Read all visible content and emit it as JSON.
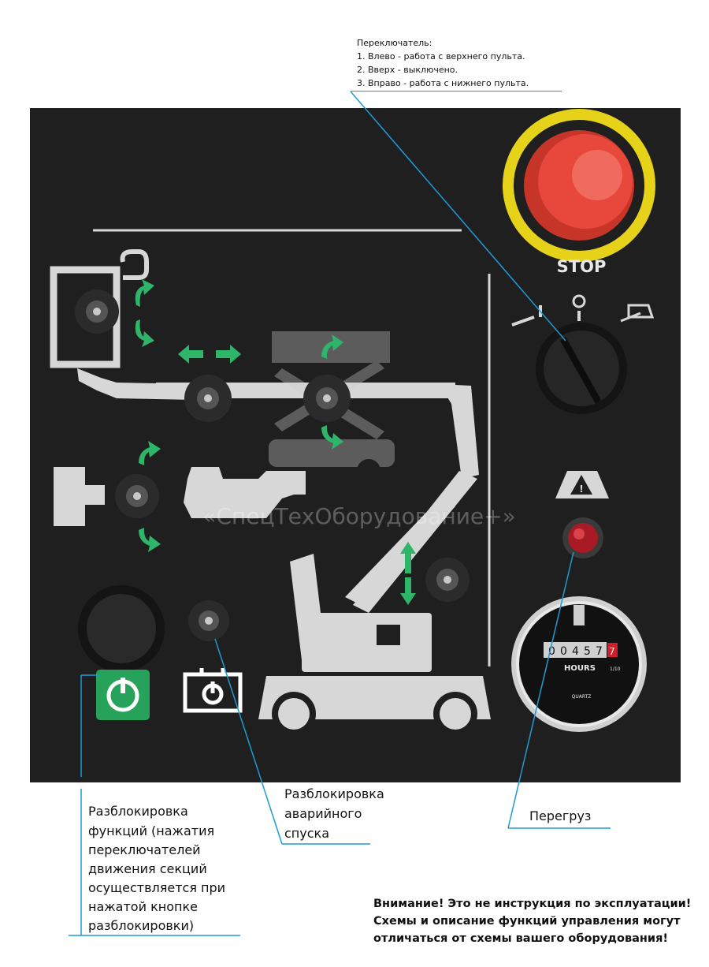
{
  "switch_note": {
    "title": "Переключатель:",
    "items": [
      "1. Влево - работа с верхнего пульта.",
      "2. Вверх - выключено.",
      "3. Вправо - работа с нижнего пульта."
    ]
  },
  "panel": {
    "stop_label": "STOP",
    "hour_meter": {
      "digits": [
        "0",
        "0",
        "4",
        "5",
        "7"
      ],
      "last_digit": "7",
      "unit_label": "HOURS",
      "fraction_label": "1/10",
      "brand_label": "QUARTZ"
    },
    "watermark": "«СпецТехОборудование+»"
  },
  "annotations": {
    "function_unlock": [
      "Разблокировка",
      "функций (нажатия",
      "переключателей",
      "движения секций",
      "осуществляется при",
      "нажатой кнопке",
      "разблокировки)"
    ],
    "emergency_descent": [
      "Разблокировка",
      "аварийного",
      "спуска"
    ],
    "overload": "Перегруз"
  },
  "warning": [
    "Внимание! Это не инструкция по эксплуатации!",
    "Схемы и описание функций управления могут",
    "отличаться от схемы вашего оборудования!"
  ],
  "colors": {
    "panel": "#1f1f1f",
    "callout_line": "#1e9ad6",
    "arrow_green": "#2fb56a",
    "stop_red": "#e8483c",
    "stop_ring": "#e7d21a",
    "graphic_light": "#d7d7d7"
  }
}
